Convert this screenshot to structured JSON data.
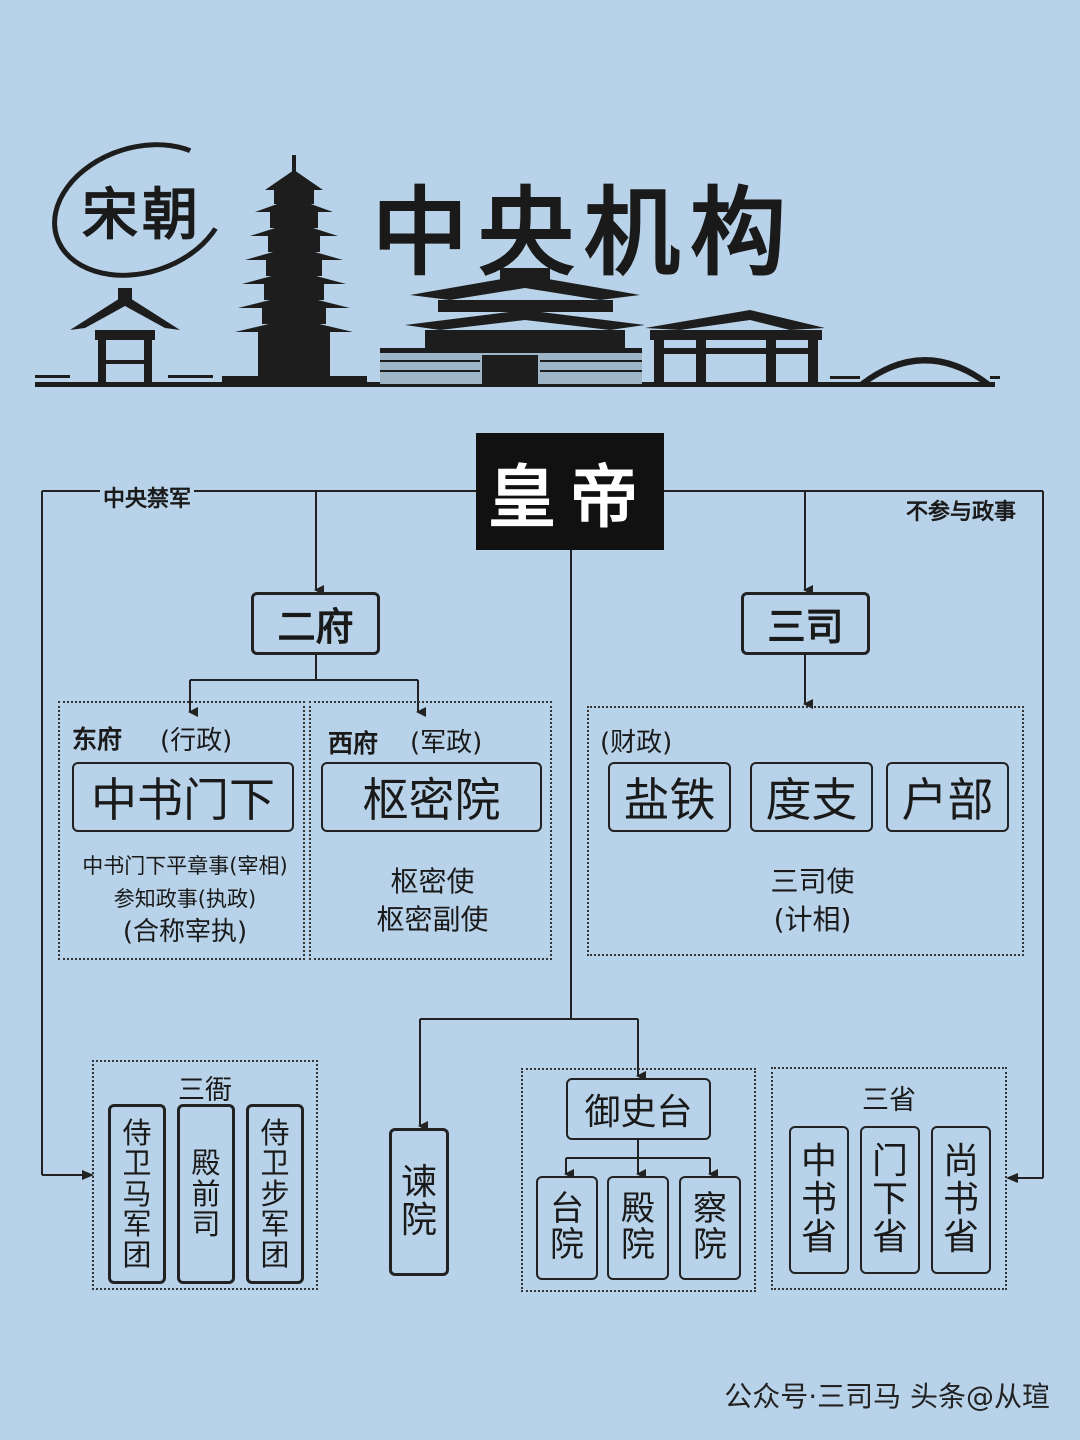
{
  "header": {
    "seal": "宋朝",
    "title": "中央机构"
  },
  "emperor": "皇帝",
  "edges": {
    "left_label": "中央禁军",
    "right_label": "不参与政事"
  },
  "erfu": {
    "title": "二府",
    "east": {
      "name": "东府",
      "role": "(行政)",
      "office": "中书门下",
      "line1": "中书门下平章事(宰相)",
      "line2": "参知政事(执政)",
      "line3": "(合称宰执)"
    },
    "west": {
      "name": "西府",
      "role": "(军政)",
      "office": "枢密院",
      "line1": "枢密使",
      "line2": "枢密副使"
    }
  },
  "sansi": {
    "title": "三司",
    "role": "(财政)",
    "offices": [
      "盐铁",
      "度支",
      "户部"
    ],
    "line1": "三司使",
    "line2": "(计相)"
  },
  "sanya": {
    "title": "三衙",
    "units": [
      "侍卫马军团",
      "殿前司",
      "侍卫步军团"
    ]
  },
  "jianyuan": "谏院",
  "yushitai": {
    "title": "御史台",
    "units": [
      "台院",
      "殿院",
      "察院"
    ]
  },
  "sansheng": {
    "title": "三省",
    "units": [
      "中书省",
      "门下省",
      "尚书省"
    ]
  },
  "watermark": "公众号·三司马  头条@从瑄"
}
